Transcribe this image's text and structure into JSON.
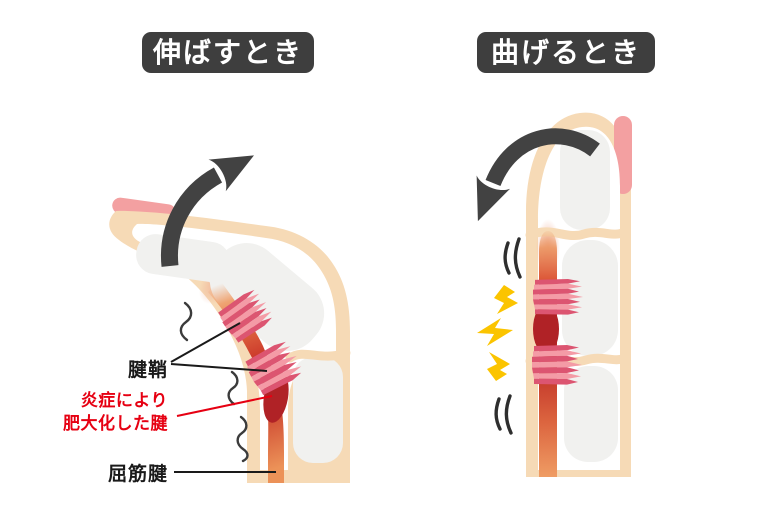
{
  "panels": {
    "left": {
      "title": "伸ばすとき",
      "labels": {
        "tendon_sheath": "腱鞘",
        "inflamed_line1": "炎症により",
        "inflamed_line2": "肥大化した腱",
        "flexor_tendon": "屈筋腱"
      }
    },
    "right": {
      "title": "曲げるとき"
    }
  },
  "icons": {
    "extend_arrow": "curved-arrow-up-right",
    "bend_arrow": "curved-arrow-down-left",
    "pain_flash": "lightning-bolts",
    "friction": "squiggle-lines",
    "motion": "speed-lines"
  },
  "colors": {
    "skin": "#F6DAB6",
    "bone": "#F1F1EF",
    "nail": "#F3A0A1",
    "arrow": "#424242",
    "title-bg": "#3E3E3E",
    "title-text": "#FFFFFF",
    "ink": "#1A1A1A",
    "label-red": "#E60012",
    "tendon-orange": "#E8824E",
    "tendon-red": "#C93528",
    "nodule-red": "#B02226",
    "sheath-dark": "#DC5571",
    "sheath-light": "#F49BA6",
    "bolt-yellow": "#FBC400",
    "glow-pink": "#F2B39E"
  }
}
